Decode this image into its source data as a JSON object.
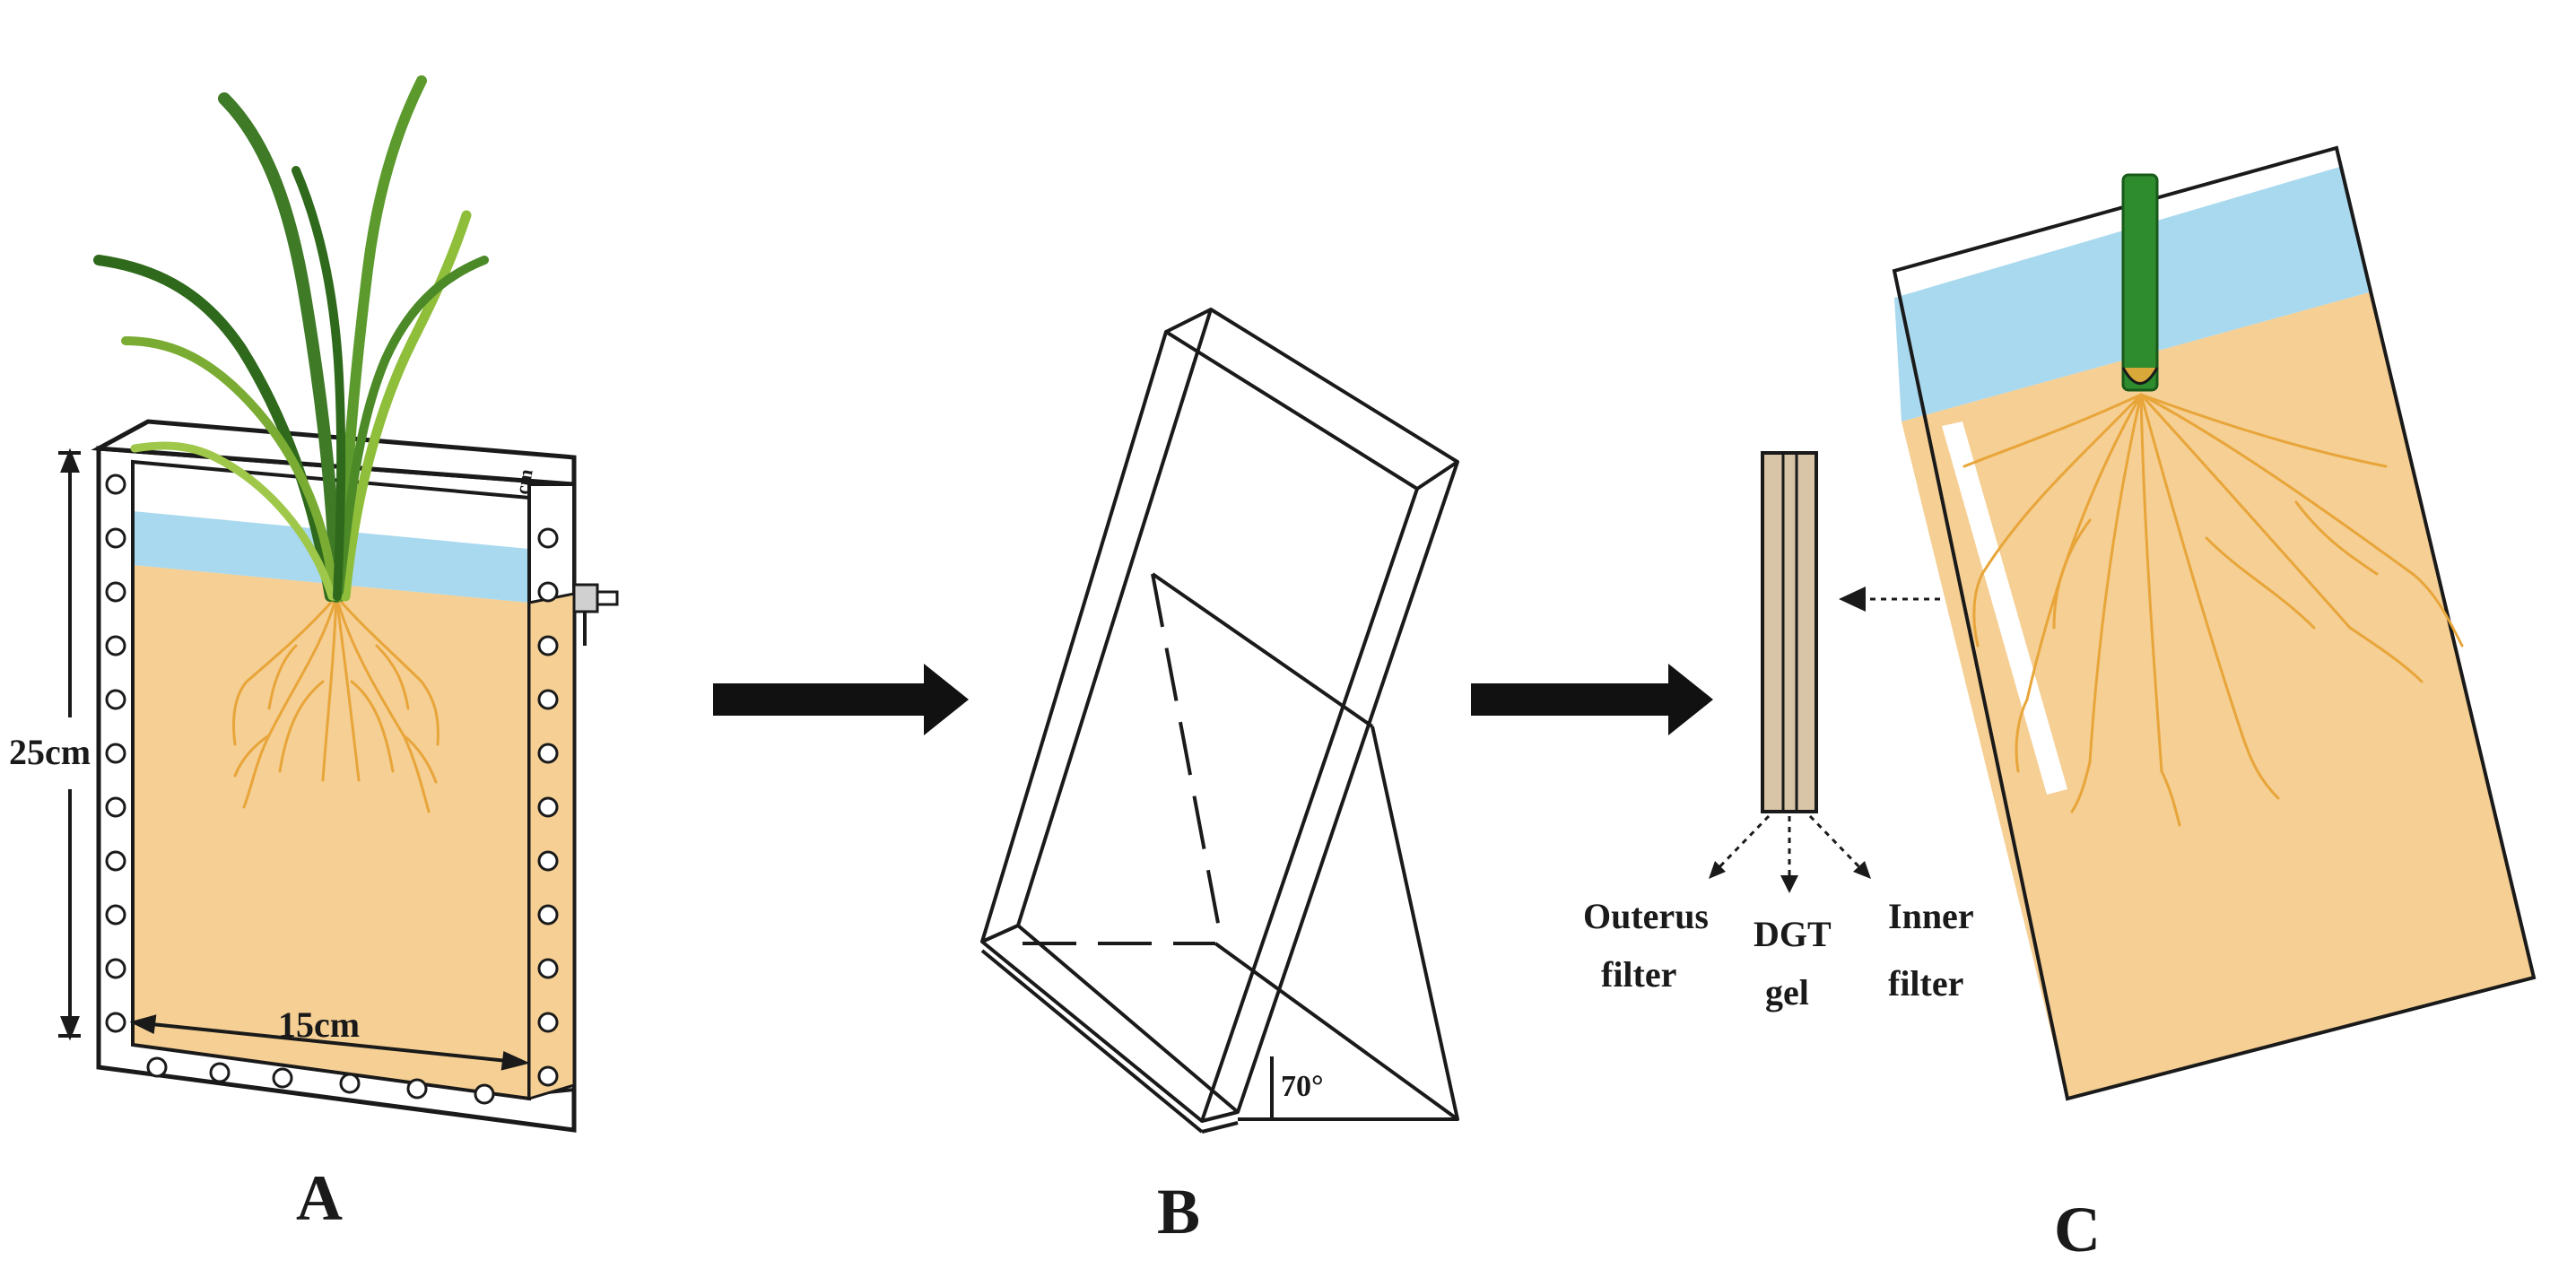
{
  "panels": {
    "a": {
      "letter": "A"
    },
    "b": {
      "letter": "B"
    },
    "c": {
      "letter": "C"
    }
  },
  "panel_a": {
    "height_label": "25cm",
    "width_label": "15cm",
    "corner_mark": "cm"
  },
  "panel_b": {
    "angle_label": "70°"
  },
  "dgt": {
    "outer_filter_line1": "Outerus",
    "outer_filter_line2": "filter",
    "gel_line1": "DGT",
    "gel_line2": "gel",
    "inner_filter_line1": "Inner",
    "inner_filter_line2": "filter"
  },
  "colors": {
    "soil": "#f5cf93",
    "water": "#a9d9ef",
    "root": "#e8a53a",
    "leaf_dark": "#3f7a26",
    "leaf_light": "#8fbe3a",
    "probe": "#2e8b2e",
    "gel_strip": "#d8c4a6",
    "outline": "#1a1a1a"
  }
}
